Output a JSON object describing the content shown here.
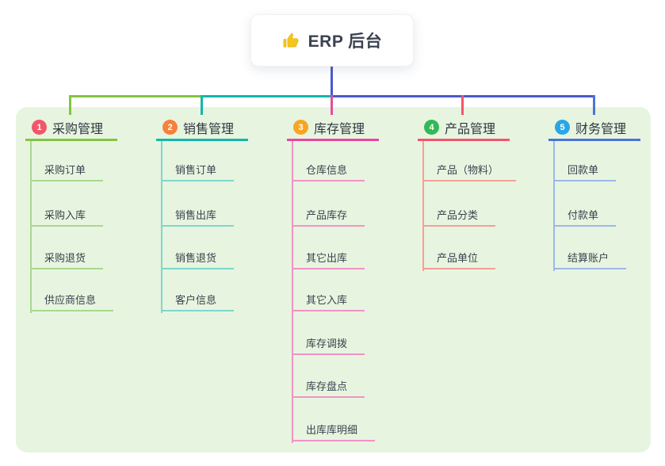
{
  "root": {
    "title": "ERP 后台",
    "icon": "thumbs-up"
  },
  "panel_color": "#e7f5e0",
  "connectors": {
    "indigo": "#4a5ace",
    "green": "#84c440",
    "teal": "#13b7ab",
    "pink": "#e0509d",
    "red": "#f4546b",
    "blue": "#4a74d8"
  },
  "branches": [
    {
      "num": "1",
      "label": "采购管理",
      "badge_color": "#f2566b",
      "line_color": "#84c440",
      "item_line_color": "#a9d88e",
      "items": [
        "采购订单",
        "采购入库",
        "采购退货",
        "供应商信息"
      ]
    },
    {
      "num": "2",
      "label": "销售管理",
      "badge_color": "#f6813c",
      "line_color": "#13b7ab",
      "item_line_color": "#7ed7cc",
      "items": [
        "销售订单",
        "销售出库",
        "销售退货",
        "客户信息"
      ]
    },
    {
      "num": "3",
      "label": "库存管理",
      "badge_color": "#f7a623",
      "line_color": "#e8489b",
      "item_line_color": "#f193c6",
      "items": [
        "仓库信息",
        "产品库存",
        "其它出库",
        "其它入库",
        "库存调拨",
        "库存盘点",
        "出库库明细"
      ]
    },
    {
      "num": "4",
      "label": "产品管理",
      "badge_color": "#33b855",
      "line_color": "#f4546b",
      "item_line_color": "#f79e98",
      "items": [
        "产品（物料）",
        "产品分类",
        "产品单位"
      ]
    },
    {
      "num": "5",
      "label": "财务管理",
      "badge_color": "#2aa6e6",
      "line_color": "#4a74d8",
      "item_line_color": "#9db7ea",
      "items": [
        "回款单",
        "付款单",
        "结算账户"
      ]
    }
  ]
}
